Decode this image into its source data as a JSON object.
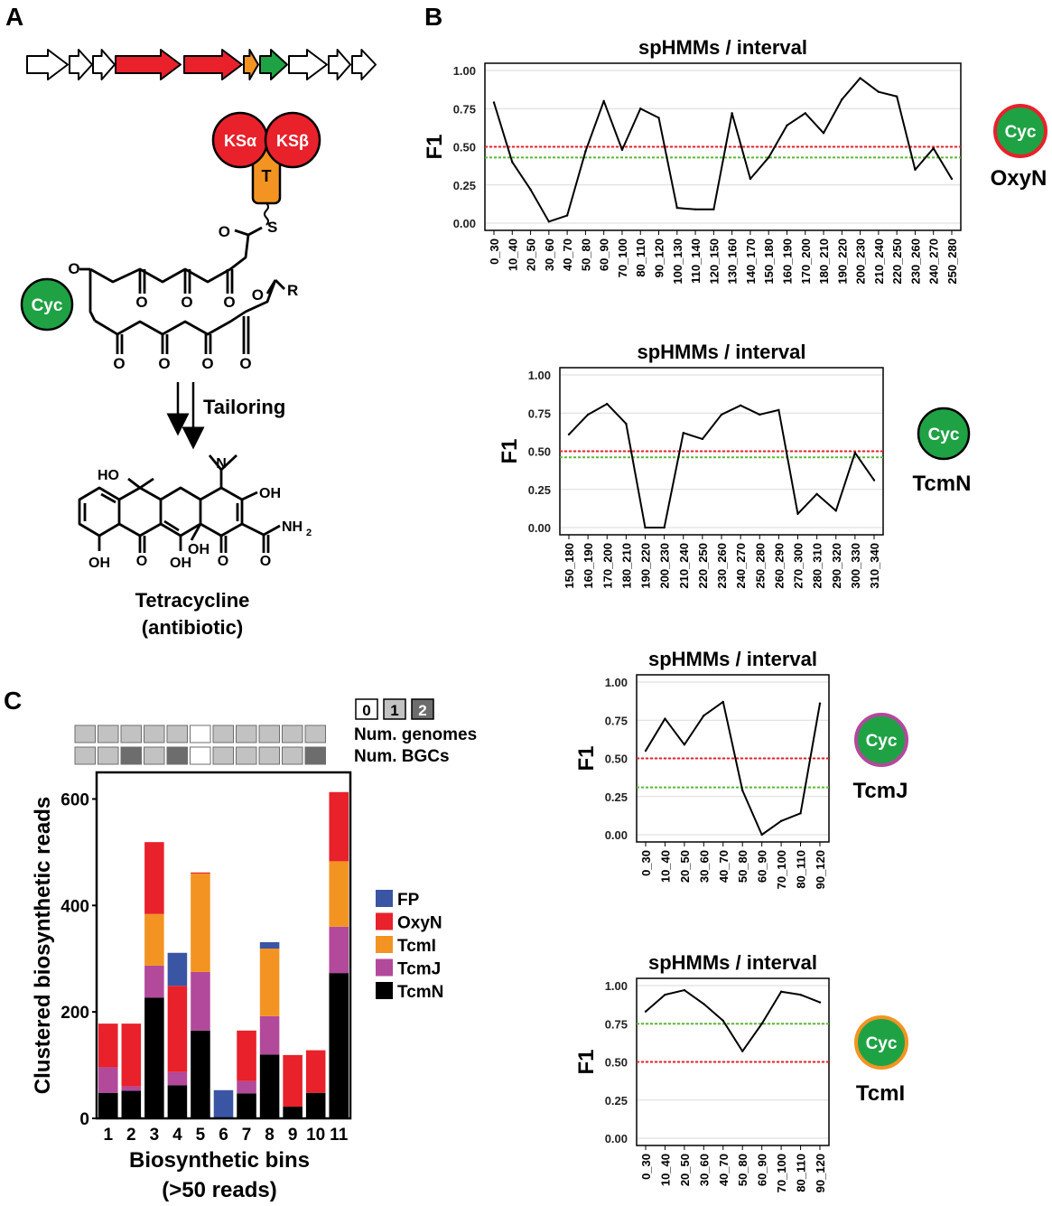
{
  "panels": {
    "a": "A",
    "b": "B",
    "c": "C"
  },
  "panel_a": {
    "gene_colors": [
      "#ffffff",
      "#ffffff",
      "#ffffff",
      "#e8212b",
      "#e8212b",
      "#f39422",
      "#1fa244",
      "#ffffff",
      "#ffffff",
      "#ffffff"
    ],
    "ks_alpha": "KSα",
    "ks_beta": "KSβ",
    "acp": "T",
    "sulfur": "S",
    "r_group": "R",
    "oxygen": "O",
    "cyc": "Cyc",
    "tailoring": "Tailoring",
    "labels": {
      "ho_top": "HO",
      "n": "N",
      "oh_right": "OH",
      "nh2": "NH",
      "nh2_sub": "2",
      "oh_bl": "OH",
      "oh_bm": "OH",
      "oh_bm2": "OH",
      "o": "O"
    },
    "product_name": "Tetracycline",
    "product_sub": "(antibiotic)"
  },
  "panel_c": {
    "legend_boxes": [
      "0",
      "1",
      "2"
    ],
    "heat_colors": {
      "0": "#ffffff",
      "1": "#c2c2c2",
      "2": "#6d6d6d"
    },
    "row_labels": [
      "Num. genomes",
      "Num. BGCs"
    ],
    "heat_genomes": [
      1,
      1,
      1,
      1,
      1,
      0,
      1,
      1,
      1,
      1,
      1
    ],
    "heat_bgcs": [
      1,
      1,
      2,
      1,
      2,
      0,
      1,
      1,
      1,
      1,
      2
    ],
    "series_colors": {
      "TcmN": "#000000",
      "TcmJ": "#b2499b",
      "TcmI": "#f39422",
      "OxyN": "#e8212b",
      "FP": "#3955a3"
    },
    "legend": [
      "FP",
      "OxyN",
      "TcmI",
      "TcmJ",
      "TcmN"
    ]
  },
  "right_labels": [
    {
      "name": "OxyN",
      "ring": "#e8212b"
    },
    {
      "name": "TcmN",
      "ring": "#1fa244"
    },
    {
      "name": "TcmJ",
      "ring": "#b2499b"
    },
    {
      "name": "TcmI",
      "ring": "#f39422"
    }
  ],
  "chart_data": [
    {
      "type": "line",
      "title": "spHMMs / interval",
      "ylabel": "F1",
      "xlabel": "",
      "ylim": [
        0,
        1
      ],
      "yticks": [
        "0.00",
        "0.25",
        "0.50",
        "0.75",
        "1.00"
      ],
      "x": [
        "0_30",
        "10_40",
        "20_50",
        "30_60",
        "40_70",
        "50_80",
        "60_90",
        "70_100",
        "80_110",
        "90_120",
        "100_130",
        "110_140",
        "120_150",
        "130_160",
        "140_170",
        "150_180",
        "160_190",
        "170_200",
        "180_210",
        "190_220",
        "200_230",
        "210_240",
        "220_250",
        "230_260",
        "240_270",
        "250_280"
      ],
      "values": [
        0.79,
        0.4,
        0.22,
        0.01,
        0.05,
        0.47,
        0.8,
        0.48,
        0.75,
        0.69,
        0.1,
        0.09,
        0.09,
        0.72,
        0.29,
        0.43,
        0.64,
        0.72,
        0.59,
        0.81,
        0.95,
        0.86,
        0.83,
        0.35,
        0.49,
        0.29
      ],
      "hlines": [
        {
          "y": 0.5,
          "color": "#e8212b"
        },
        {
          "y": 0.43,
          "color": "#5cb834"
        }
      ],
      "grid": true
    },
    {
      "type": "line",
      "title": "spHMMs / interval",
      "ylabel": "F1",
      "xlabel": "",
      "ylim": [
        0,
        1
      ],
      "yticks": [
        "0.00",
        "0.25",
        "0.50",
        "0.75",
        "1.00"
      ],
      "x": [
        "150_180",
        "160_190",
        "170_200",
        "180_210",
        "190_220",
        "200_230",
        "210_240",
        "220_250",
        "230_260",
        "240_270",
        "250_280",
        "260_290",
        "270_300",
        "280_310",
        "290_320",
        "300_330",
        "310_340"
      ],
      "values": [
        0.61,
        0.74,
        0.81,
        0.68,
        0.0,
        0.0,
        0.62,
        0.58,
        0.74,
        0.8,
        0.74,
        0.77,
        0.09,
        0.22,
        0.11,
        0.49,
        0.31
      ],
      "hlines": [
        {
          "y": 0.5,
          "color": "#e8212b"
        },
        {
          "y": 0.46,
          "color": "#5cb834"
        }
      ],
      "grid": true
    },
    {
      "type": "line",
      "title": "spHMMs / interval",
      "ylabel": "F1",
      "xlabel": "",
      "ylim": [
        0,
        1
      ],
      "yticks": [
        "0.00",
        "0.25",
        "0.50",
        "0.75",
        "1.00"
      ],
      "x": [
        "0_30",
        "10_40",
        "20_50",
        "30_60",
        "40_70",
        "50_80",
        "60_90",
        "70_100",
        "80_110",
        "90_120"
      ],
      "values": [
        0.55,
        0.76,
        0.59,
        0.78,
        0.87,
        0.29,
        0.0,
        0.09,
        0.14,
        0.86
      ],
      "hlines": [
        {
          "y": 0.5,
          "color": "#e8212b"
        },
        {
          "y": 0.31,
          "color": "#5cb834"
        }
      ],
      "grid": true
    },
    {
      "type": "line",
      "title": "spHMMs / interval",
      "ylabel": "F1",
      "xlabel": "",
      "ylim": [
        0,
        1
      ],
      "yticks": [
        "0.00",
        "0.25",
        "0.50",
        "0.75",
        "1.00"
      ],
      "x": [
        "0_30",
        "10_40",
        "20_50",
        "30_60",
        "40_70",
        "50_80",
        "60_90",
        "70_100",
        "80_110",
        "90_120"
      ],
      "values": [
        0.83,
        0.94,
        0.97,
        0.88,
        0.77,
        0.57,
        0.75,
        0.96,
        0.94,
        0.89
      ],
      "hlines": [
        {
          "y": 0.5,
          "color": "#e8212b"
        },
        {
          "y": 0.75,
          "color": "#5cb834"
        }
      ],
      "grid": true
    },
    {
      "type": "bar",
      "stacked": true,
      "title": "",
      "ylabel": "Clustered biosynthetic reads",
      "xlabel": "Biosynthetic bins",
      "xlabel2": "(>50 reads)",
      "ylim": [
        0,
        650
      ],
      "yticks": [
        "0",
        "200",
        "400",
        "600"
      ],
      "categories": [
        "1",
        "2",
        "3",
        "4",
        "5",
        "6",
        "7",
        "8",
        "9",
        "10",
        "11"
      ],
      "series": [
        {
          "name": "TcmN",
          "values": [
            48,
            52,
            227,
            62,
            165,
            0,
            47,
            120,
            22,
            48,
            273
          ]
        },
        {
          "name": "TcmJ",
          "values": [
            48,
            8,
            60,
            25,
            110,
            0,
            23,
            72,
            0,
            0,
            87
          ]
        },
        {
          "name": "TcmI",
          "values": [
            0,
            0,
            97,
            0,
            185,
            0,
            0,
            127,
            0,
            0,
            123
          ]
        },
        {
          "name": "OxyN",
          "values": [
            82,
            118,
            135,
            162,
            2,
            0,
            95,
            0,
            97,
            80,
            130
          ]
        },
        {
          "name": "FP",
          "values": [
            0,
            0,
            0,
            62,
            0,
            53,
            0,
            12,
            0,
            0,
            0
          ]
        }
      ]
    }
  ]
}
